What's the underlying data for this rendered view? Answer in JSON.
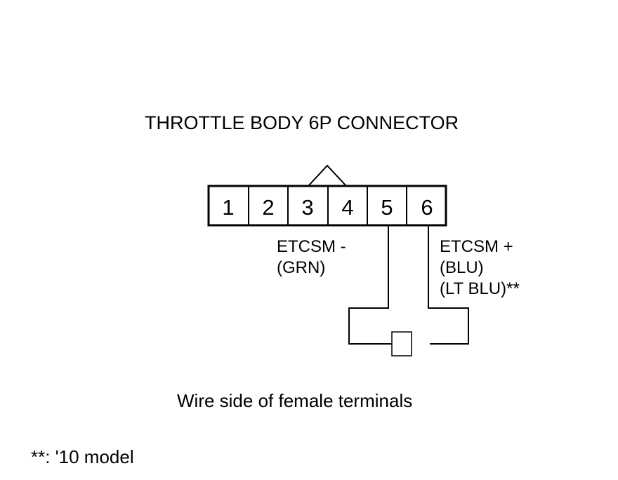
{
  "title": "THROTTLE BODY 6P CONNECTOR",
  "terminals": [
    "1",
    "2",
    "3",
    "4",
    "5",
    "6"
  ],
  "labels": {
    "minus_line1": "ETCSM -",
    "minus_line2": "(GRN)",
    "plus_line1": "ETCSM +",
    "plus_line2": "(BLU)",
    "plus_line3": "(LT BLU)**"
  },
  "caption": "Wire side of female terminals",
  "footnote": "**: '10 model"
}
